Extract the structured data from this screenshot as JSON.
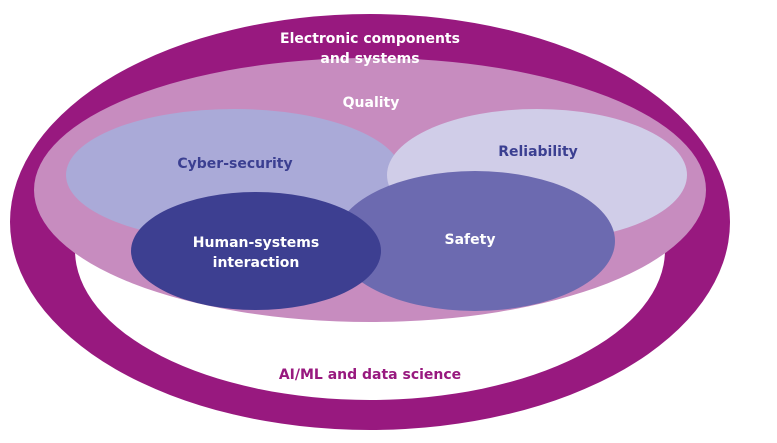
{
  "diagram": {
    "outer_label_line1": "Electronic components",
    "outer_label_line2": "and systems",
    "quality_label": "Quality",
    "cyber_label": "Cyber-security",
    "reliability_label": "Reliability",
    "hsi_label_line1": "Human-systems",
    "hsi_label_line2": "interaction",
    "safety_label": "Safety",
    "aiml_label": "AI/ML and data science"
  },
  "colors": {
    "outer_ring": "#98197f",
    "quality": "#c78cbf",
    "cyber": "#aaaad8",
    "reliability": "#d0cde8",
    "safety": "#6c6ab0",
    "hsi": "#3d3f91",
    "white": "#ffffff"
  }
}
